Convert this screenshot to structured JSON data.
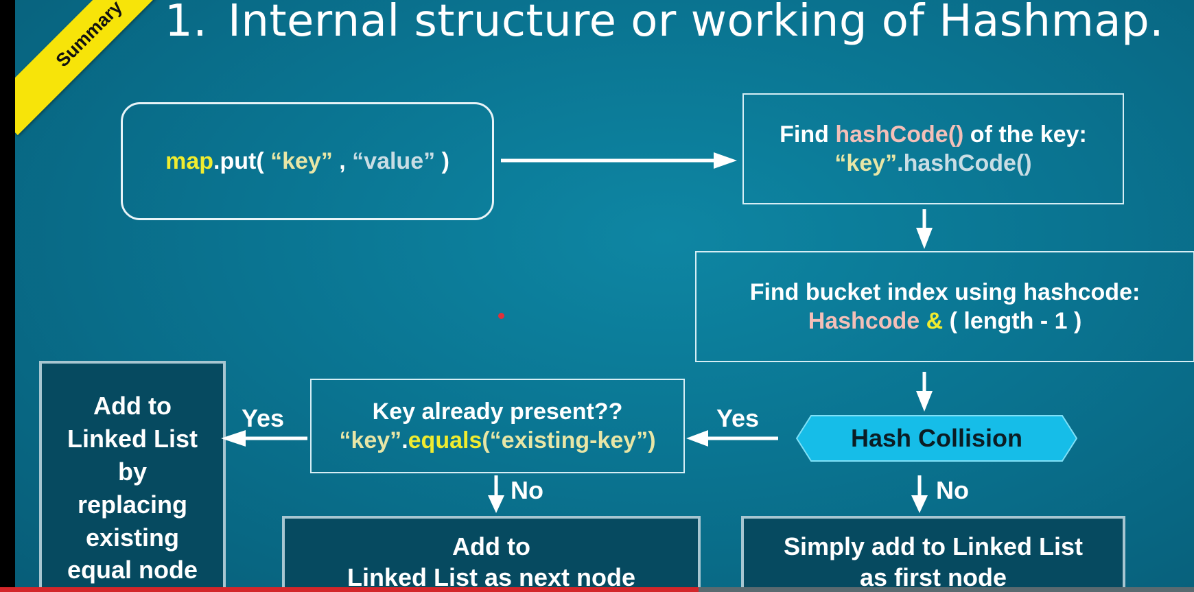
{
  "ribbon": {
    "label": "Summary"
  },
  "title": {
    "number": "1.",
    "text": "Internal structure or working of Hashmap."
  },
  "nodes": {
    "put": {
      "map": "map",
      "put_open": ".put( ",
      "key": "“key”",
      "sep": " , ",
      "value": "“value”",
      "close": " )"
    },
    "hashcode": {
      "l1_a": "Find ",
      "l1_b": "hashCode()",
      "l1_c": " of the key:",
      "l2_a": "“key”",
      "l2_b": ".hashCode()"
    },
    "bucket": {
      "l1": "Find bucket index using hashcode:",
      "l2_a": "Hashcode ",
      "l2_b": "&",
      "l2_c": " ( length - 1 )"
    },
    "collision": {
      "label": "Hash Collision"
    },
    "keypresent": {
      "l1": "Key already present??",
      "l2_a": "“key”",
      "l2_b": ".",
      "l2_c": "equals",
      "l2_d": "(“existing-key”)"
    },
    "replace": {
      "lines": [
        "Add to",
        "Linked List",
        "by",
        "replacing",
        "existing",
        "equal node"
      ]
    },
    "next": {
      "l1": "Add to",
      "l2": "Linked List as next node"
    },
    "first": {
      "l1": "Simply add to Linked List",
      "l2": "as first node"
    }
  },
  "edges": {
    "collision_yes": "Yes",
    "collision_no": "No",
    "present_yes": "Yes",
    "present_no": "No"
  },
  "colors": {
    "background": "#0a7491",
    "highlight_yellow": "#f0ec2f",
    "hex_fill": "#16bde8",
    "ribbon": "#f7e409",
    "progress": "#d3262a"
  }
}
